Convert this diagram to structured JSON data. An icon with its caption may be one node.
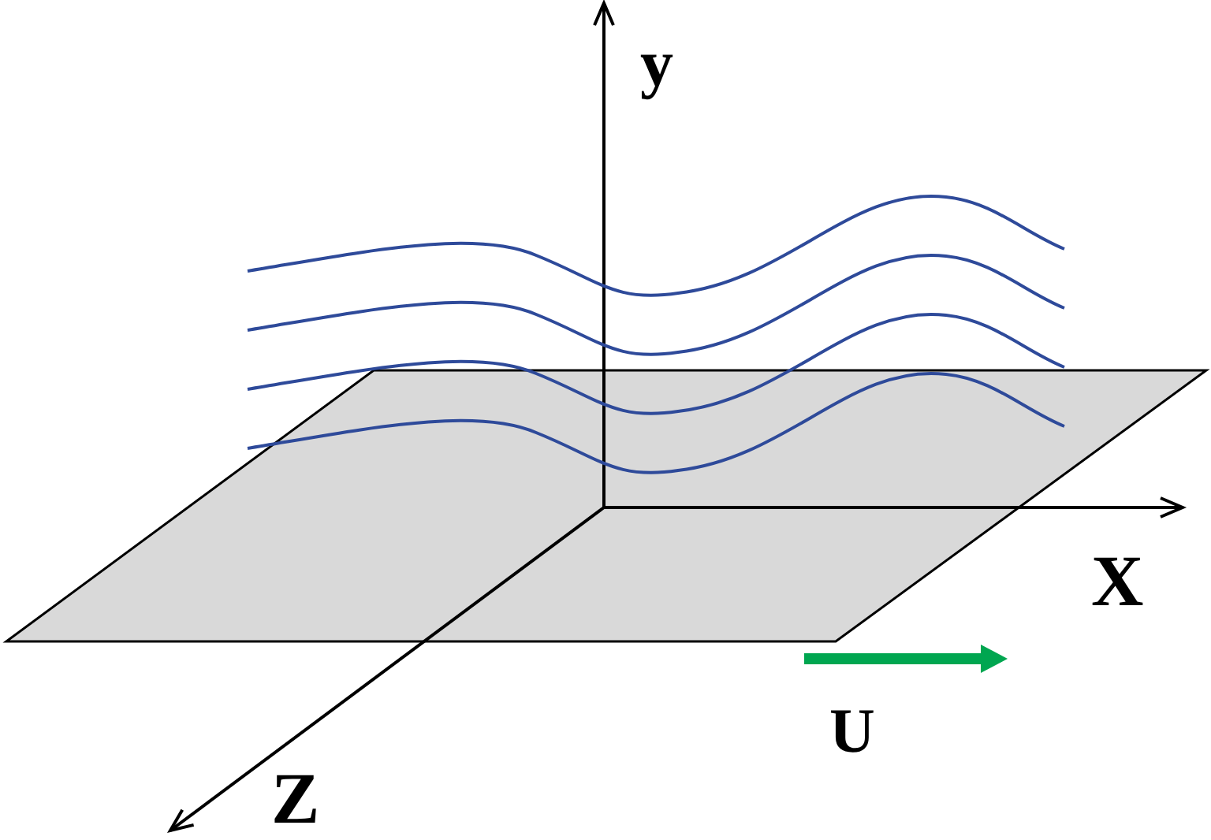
{
  "diagram": {
    "labels": [
      "y",
      "X",
      "Z",
      "U"
    ]
  }
}
